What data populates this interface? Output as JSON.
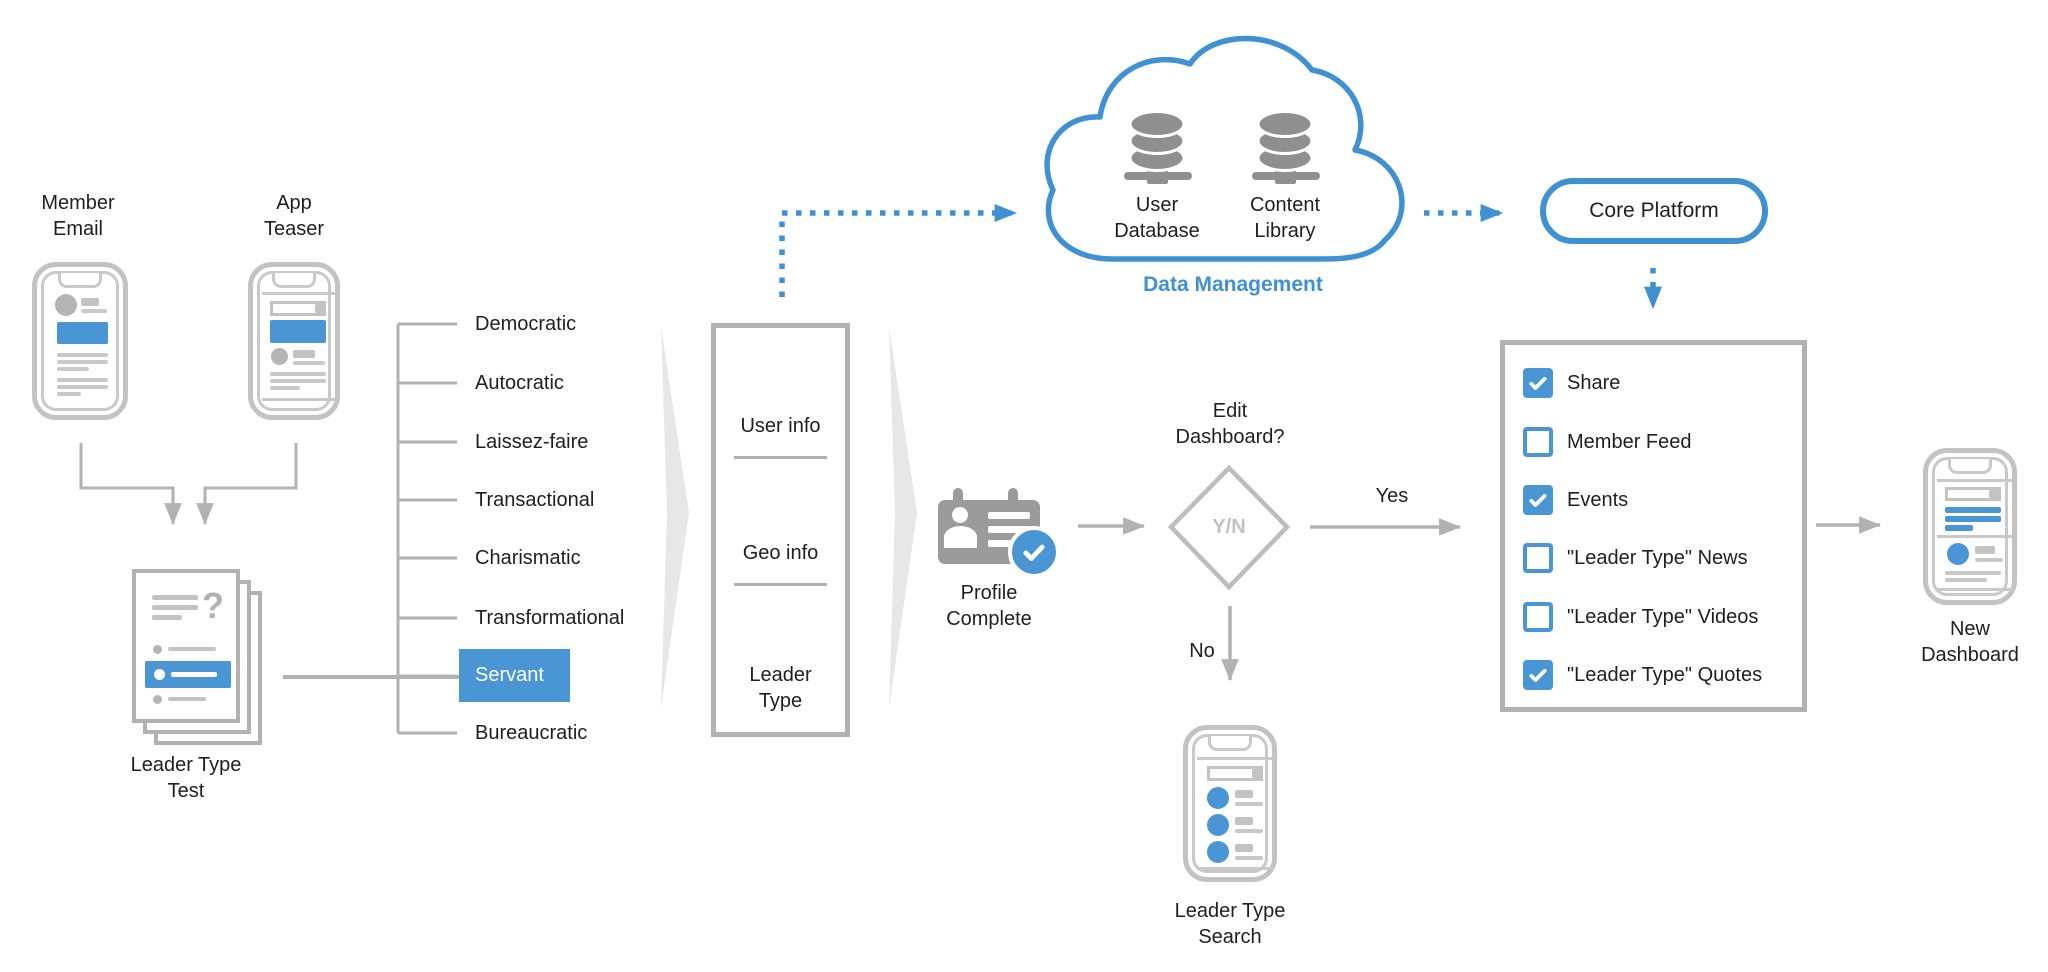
{
  "colors": {
    "accent_blue": "#4a96d5",
    "outline_blue": "#4090d4",
    "line_gray": "#b2b2b2",
    "icon_gray": "#9b9b9b",
    "chevron_gray": "#e7e7e7"
  },
  "intake": {
    "member_email": "Member\nEmail",
    "app_teaser": "App\nTeaser",
    "leader_test": "Leader Type\nTest",
    "question_mark": "?"
  },
  "leader_types": {
    "items": [
      {
        "label": "Democratic",
        "selected": false
      },
      {
        "label": "Autocratic",
        "selected": false
      },
      {
        "label": "Laissez-faire",
        "selected": false
      },
      {
        "label": "Transactional",
        "selected": false
      },
      {
        "label": "Charismatic",
        "selected": false
      },
      {
        "label": "Transformational",
        "selected": false
      },
      {
        "label": "Servant",
        "selected": true
      },
      {
        "label": "Bureaucratic",
        "selected": false
      }
    ]
  },
  "profile_box": {
    "user_info": "User info",
    "geo_info": "Geo info",
    "leader_type": "Leader\nType"
  },
  "profile_complete": "Profile\nComplete",
  "decision": {
    "question": "Edit\nDashboard?",
    "node": "Y/N",
    "yes": "Yes",
    "no": "No"
  },
  "search_phone": "Leader Type\nSearch",
  "cloud": {
    "title": "Data Management",
    "db1": "User\nDatabase",
    "db2": "Content\nLibrary"
  },
  "core_platform": "Core Platform",
  "dashboard_options": {
    "items": [
      {
        "label": "Share",
        "checked": true
      },
      {
        "label": "Member Feed",
        "checked": false
      },
      {
        "label": "Events",
        "checked": true
      },
      {
        "label": "\"Leader Type\" News",
        "checked": false
      },
      {
        "label": "\"Leader Type\" Videos",
        "checked": false
      },
      {
        "label": "\"Leader Type\" Quotes",
        "checked": true
      }
    ]
  },
  "new_dashboard": "New\nDashboard"
}
